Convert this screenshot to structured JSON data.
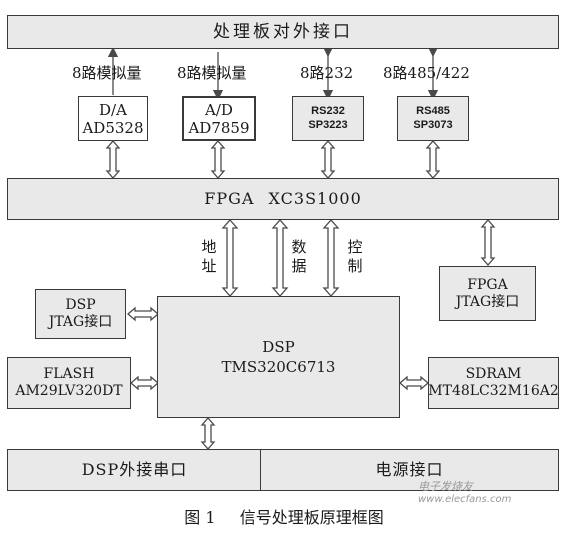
{
  "top": {
    "label": "处理板对外接口"
  },
  "signals": {
    "da": "8路模拟量",
    "ad": "8路模拟量",
    "rs232": "8路232",
    "rs485": "8路485/422"
  },
  "da": {
    "line1": "D/A",
    "line2": "AD5328"
  },
  "ad": {
    "line1": "A/D",
    "line2": "AD7859"
  },
  "rs232": {
    "line1": "RS232",
    "line2": "SP3223"
  },
  "rs485": {
    "line1": "RS485",
    "line2": "SP3073"
  },
  "fpga": {
    "label": "FPGA XC3S1000"
  },
  "bus": {
    "address": "地址",
    "data": "数据",
    "control": "控制"
  },
  "fpga_jtag": {
    "line1": "FPGA",
    "line2": "JTAG接口"
  },
  "dsp_jtag": {
    "line1": "DSP",
    "line2": "JTAG接口"
  },
  "dsp": {
    "line1": "DSP",
    "line2": "TMS320C6713"
  },
  "flash": {
    "line1": "FLASH",
    "line2": "AM29LV320DT"
  },
  "sdram": {
    "line1": "SDRAM",
    "line2": "MT48LC32M16A2"
  },
  "bottom": {
    "serial": "DSP外接串口",
    "power": "电源接口"
  },
  "caption": {
    "figure": "图 1",
    "title": "信号处理板原理框图"
  },
  "watermark": {
    "name": "电子发烧友",
    "url": "www.elecfans.com"
  }
}
